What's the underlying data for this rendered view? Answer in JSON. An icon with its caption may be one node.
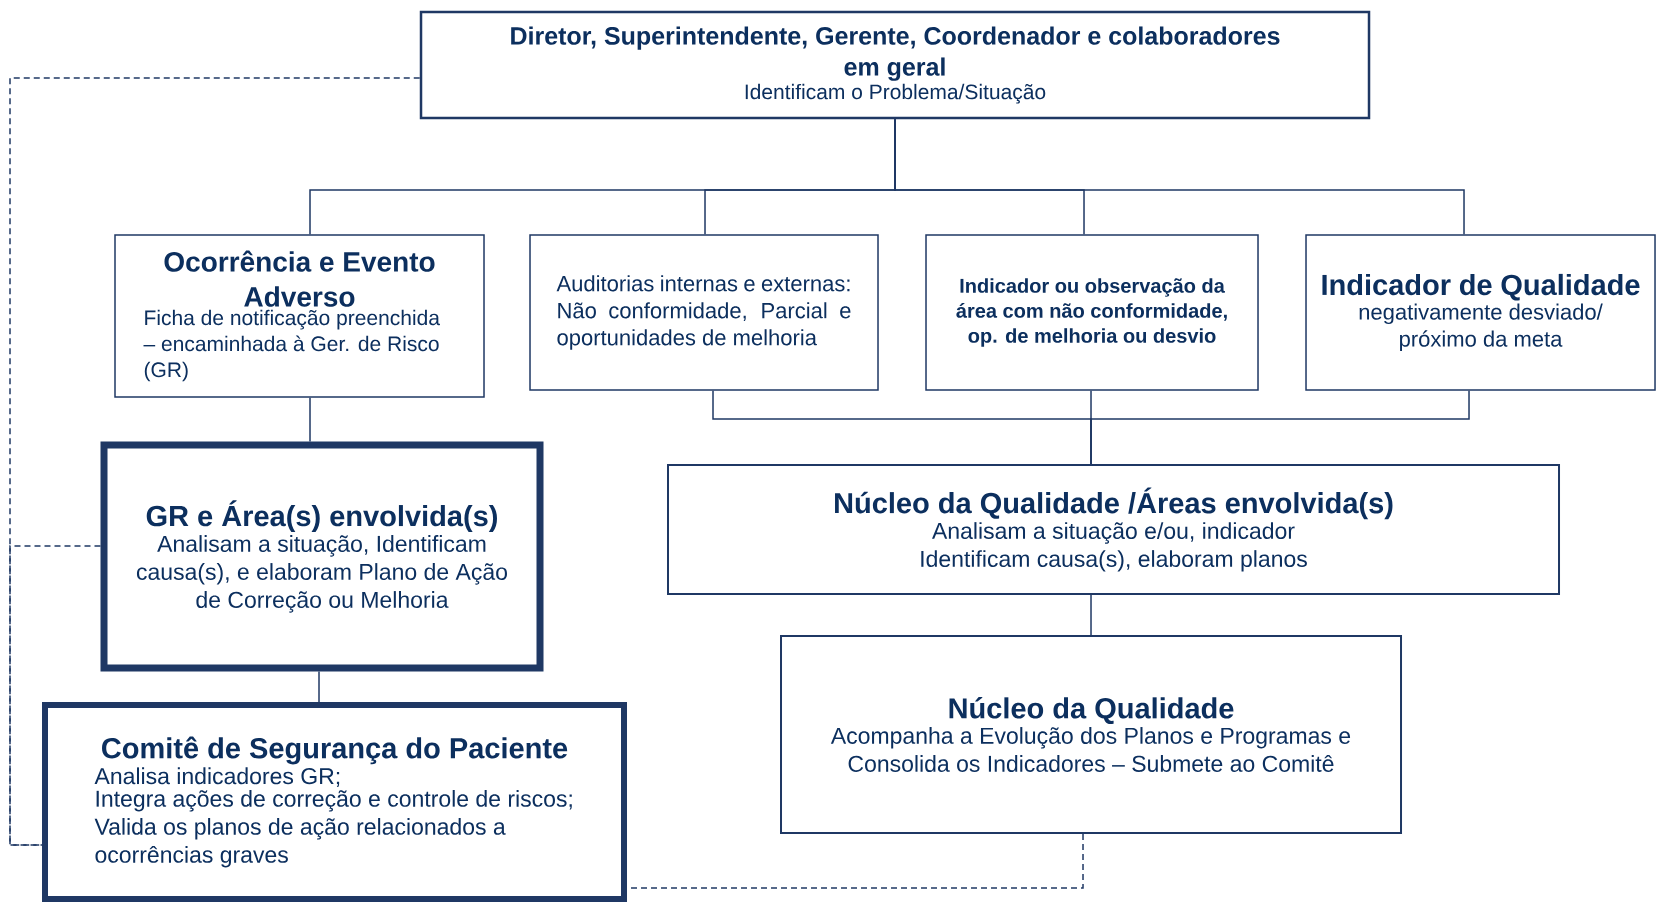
{
  "diagram": {
    "nodes": [
      {
        "text": [
          "Diretor, Superintendente, Gerente, Coordenador e colaboradores em geral",
          "Identificam o Problema/Situação"
        ]
      },
      {
        "text": [
          "Ocorrência e Evento Adverso",
          "Ficha de notificação preenchida – encaminhada à Ger. de Risco (GR)"
        ]
      },
      {
        "text": [
          "Auditorias internas e externas: Não conformidade, Parcial e oportunidades de melhoria"
        ]
      },
      {
        "text": [
          "Indicador ou observação da área com não conformidade, op. de melhoria ou desvio"
        ]
      },
      {
        "text": [
          "Indicador de Qualidade",
          "negativamente desviado/ próximo da meta"
        ]
      },
      {
        "text": [
          "GR e Área(s) envolvida(s)",
          "Analisam a situação, Identificam causa(s), e elaboram Plano de Ação de Correção ou Melhoria"
        ]
      },
      {
        "text": [
          "Núcleo da Qualidade /Áreas envolvida(s)",
          "Analisam a situação e/ou, indicador Identificam causa(s), elaboram planos"
        ]
      },
      {
        "text": [
          "Comitê de Segurança do Paciente",
          "Analisa indicadores GR;",
          "Integra ações de correção e controle de riscos; Valida os planos de ação relacionados a ocorrências graves"
        ]
      },
      {
        "text": [
          "Núcleo da Qualidade",
          "Acompanha a Evolução dos Planos e Programas e Consolida os Indicadores – Submete ao Comitê"
        ]
      }
    ],
    "edges": [
      {
        "from": 0,
        "to": 1,
        "arrow": "none"
      },
      {
        "from": 0,
        "to": 2,
        "arrow": "none"
      },
      {
        "from": 0,
        "to": 3,
        "arrow": "none"
      },
      {
        "from": 0,
        "to": 4,
        "arrow": "none"
      },
      {
        "from": 1,
        "to": 5,
        "arrow": "none"
      },
      {
        "from": 2,
        "to": 6,
        "arrow": "none"
      },
      {
        "from": 3,
        "to": 6,
        "arrow": "none"
      },
      {
        "from": 4,
        "to": 6,
        "arrow": "none"
      },
      {
        "from": 6,
        "to": 8,
        "arrow": "none"
      },
      {
        "from": 5,
        "to": 7,
        "arrow": "none"
      },
      {
        "from": 0,
        "to": 7,
        "arrow": "none",
        "style": "dashed"
      },
      {
        "from": 5,
        "to": 7,
        "arrow": "none",
        "style": "dashed"
      },
      {
        "from": 8,
        "to": 7,
        "arrow": "none",
        "style": "dashed"
      }
    ]
  }
}
